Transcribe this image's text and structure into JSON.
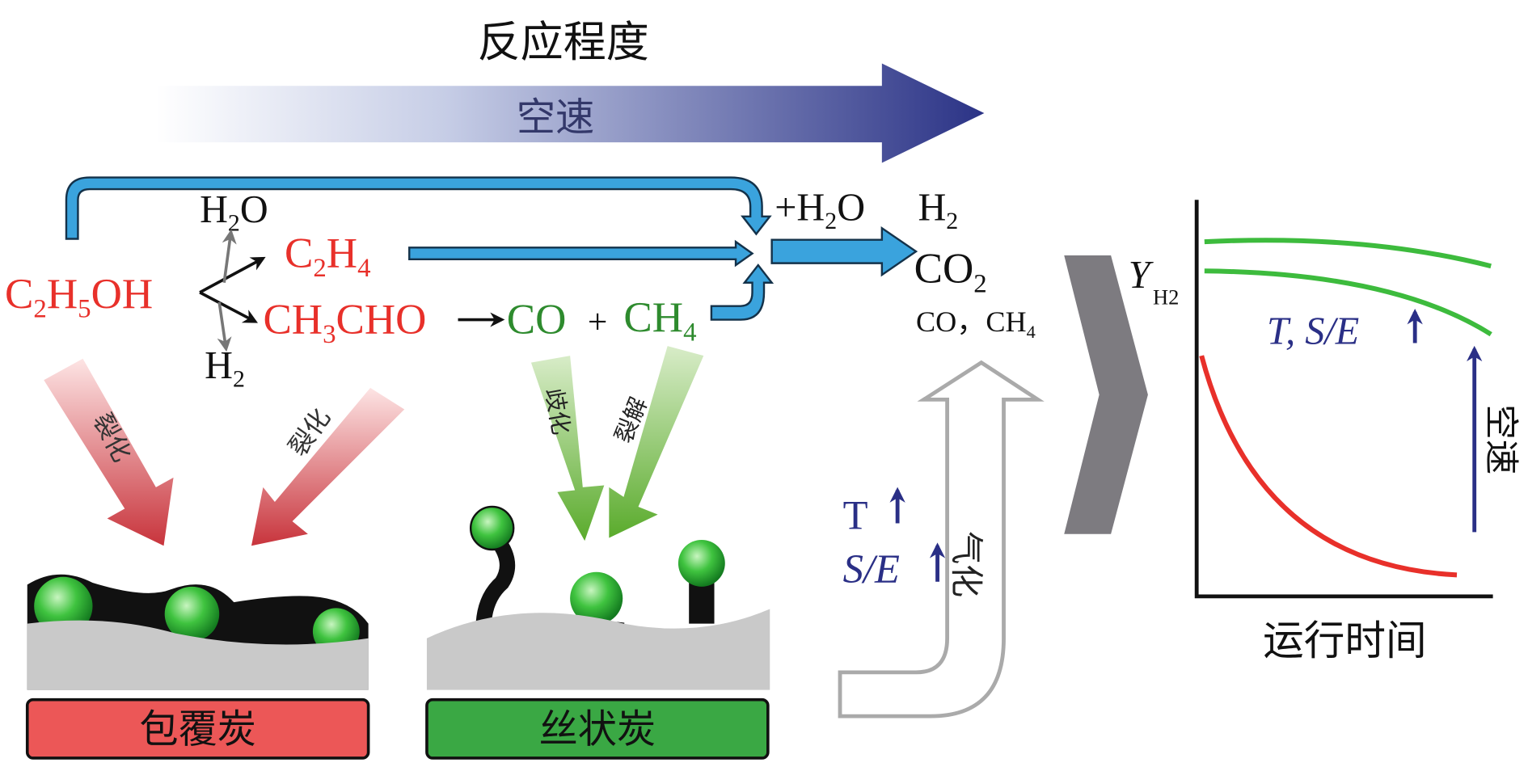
{
  "header": {
    "title": "反应程度",
    "arrow_label": "空速"
  },
  "reactions": {
    "ethanol": "C2H5OH",
    "water_out": "H2O",
    "ethylene": "C2H4",
    "hydrogen_out": "H2",
    "acetaldehyde": "CH3CHO",
    "co": "CO",
    "plus": "+",
    "methane": "CH4",
    "plus_water": "+H2O",
    "product_h2": "H2",
    "product_co2": "CO2",
    "product_minor": "CO，CH4"
  },
  "arrows": {
    "crack_left": "裂化",
    "crack_right": "裂化",
    "disproportionation": "歧化",
    "decomposition": "裂解",
    "gasification": "气化"
  },
  "conditions": {
    "temperature": "T",
    "steam_ratio": "S/E"
  },
  "carbon": {
    "encapsulating": "包覆炭",
    "filamentous": "丝状炭"
  },
  "graph": {
    "ylabel": "Y",
    "ylabel_sub": "H2",
    "xlabel": "运行时间",
    "annotation": "T, S/E",
    "space_velocity": "空速"
  },
  "colors": {
    "red": "#e8302a",
    "green": "#2e8b2e",
    "blue_arrow": "#3aa3dd",
    "navy": "#2a2f86",
    "gray": "#7d7b80"
  }
}
